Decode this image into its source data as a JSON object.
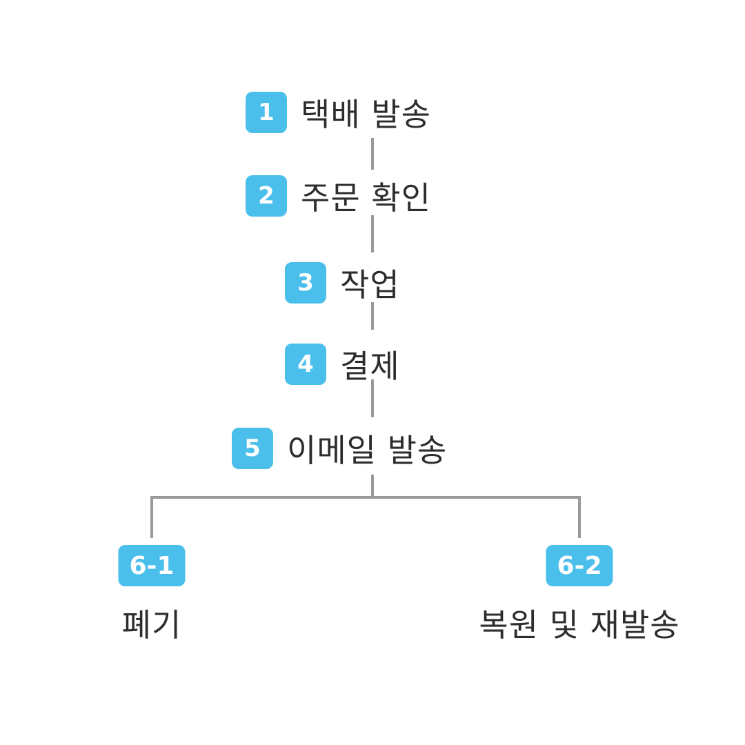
{
  "steps": [
    {
      "number": "1",
      "label": "택배 발송"
    },
    {
      "number": "2",
      "label": "주문 확인"
    },
    {
      "number": "3",
      "label": "작업"
    },
    {
      "number": "4",
      "label": "결제"
    },
    {
      "number": "5",
      "label": "이메일 발송"
    }
  ],
  "branches": [
    {
      "number": "6-1",
      "label": "폐기"
    },
    {
      "number": "6-2",
      "label": "복원 및 재발송"
    }
  ],
  "colors": {
    "badge": "#4bbfeb",
    "badge_text": "#ffffff",
    "label_text": "#2d2d2d",
    "connector": "#999999"
  }
}
